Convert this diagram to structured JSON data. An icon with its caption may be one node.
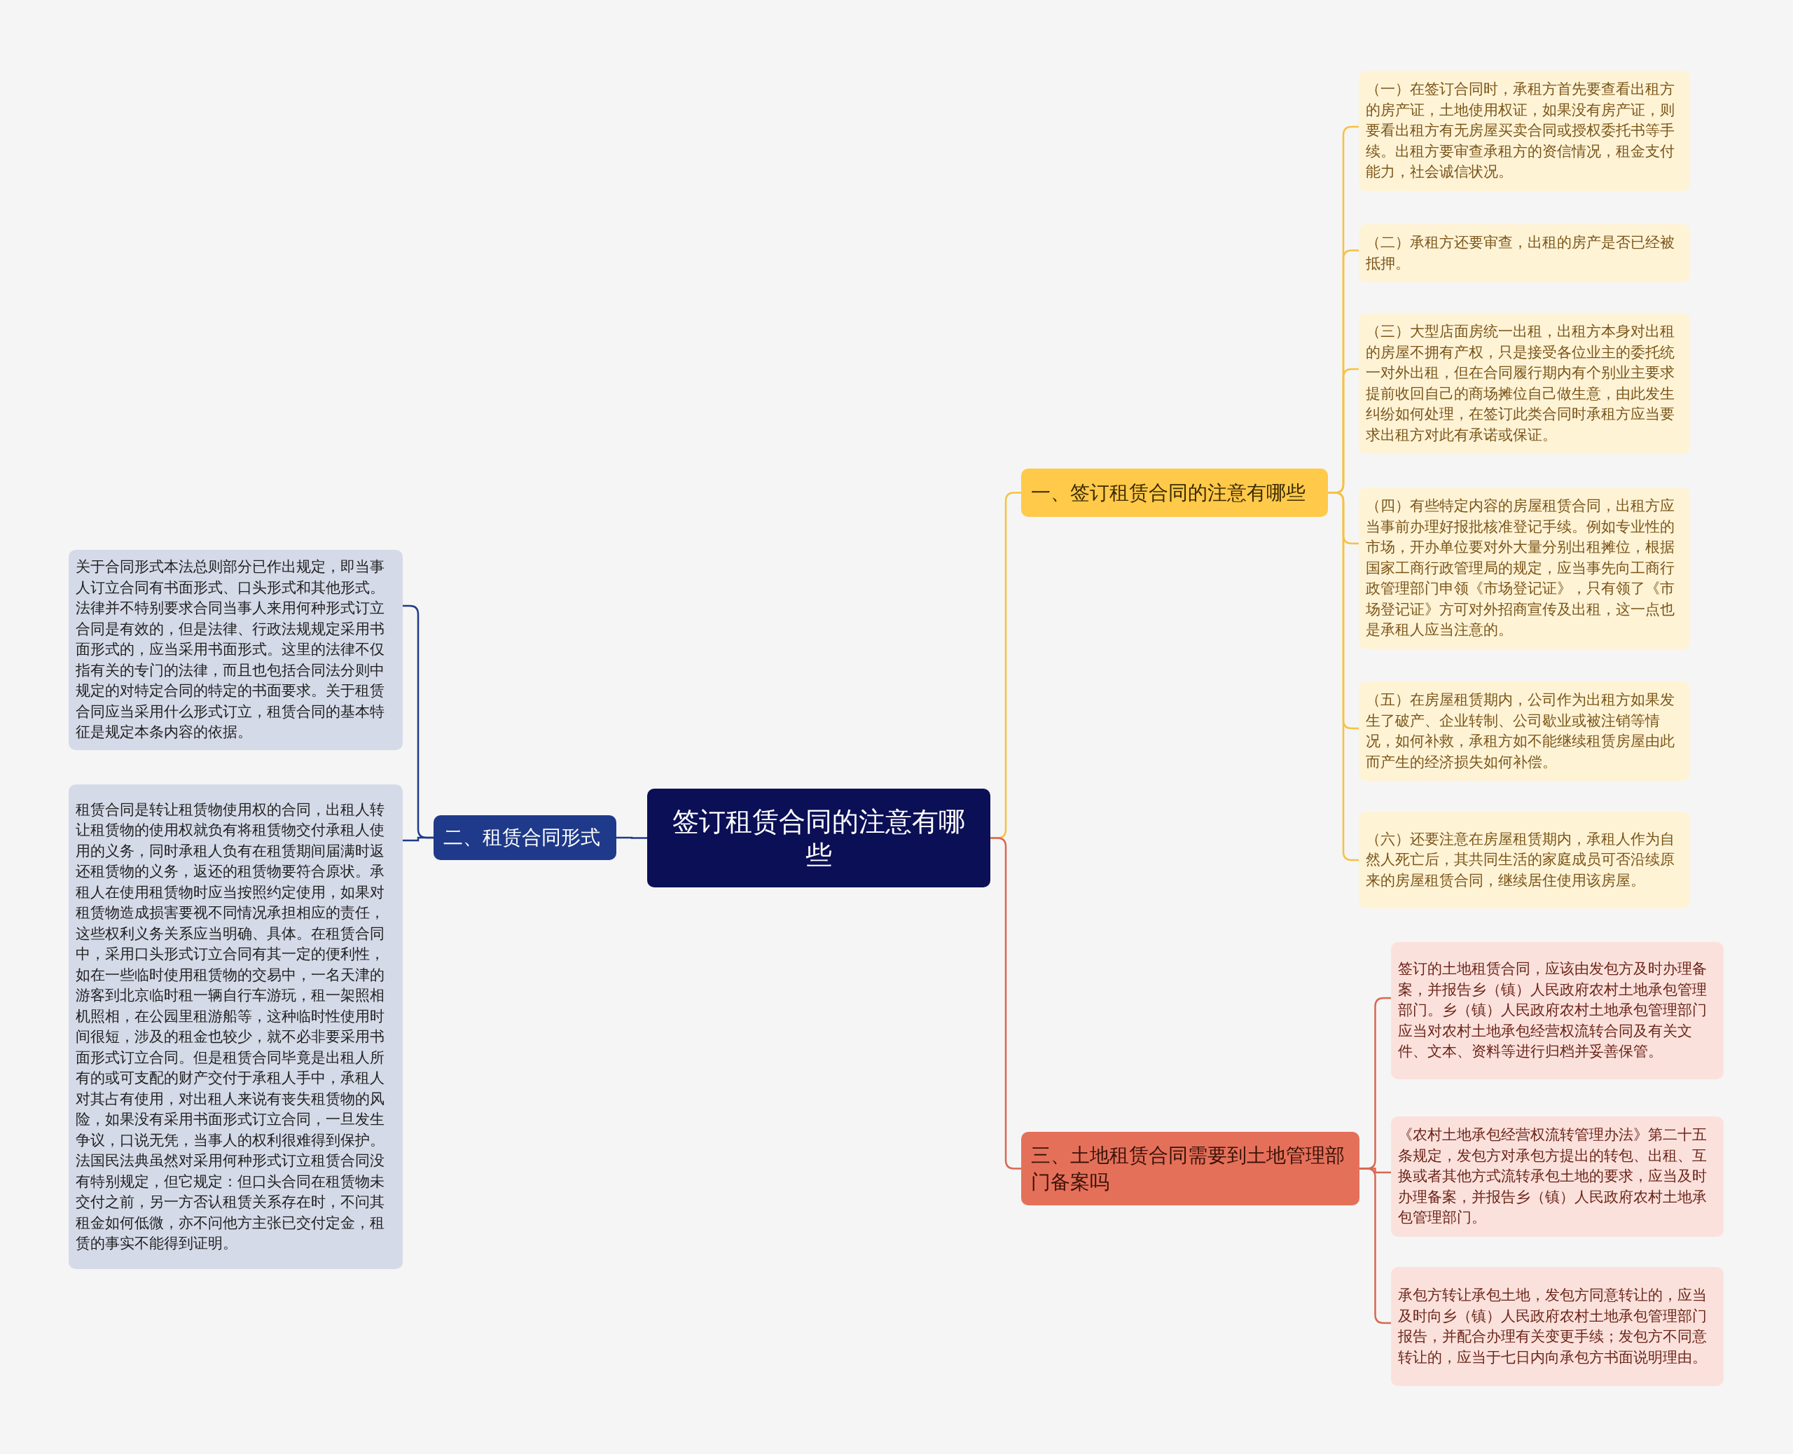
{
  "diagram": {
    "nodes": [
      {
        "text": [
          "签订租赁合同的注意有哪些"
        ]
      },
      {
        "text": [
          "一、签订租赁合同的注意有哪些"
        ]
      },
      {
        "text": [
          "（一）在签订合同时，承租方首先要查看出租方的房产证，土地使用权证，如果没有房产证，则要看出租方有无房屋买卖合同或授权委托书等手续。出租方要审查承租方的资信情况，租金支付能力，社会诚信状况。"
        ]
      },
      {
        "text": [
          "（二）承租方还要审查，出租的房产是否已经被抵押。"
        ]
      },
      {
        "text": [
          "（三）大型店面房统一出租，出租方本身对出租的房屋不拥有产权，只是接受各位业主的委托统一对外出租，但在合同履行期内有个别业主要求提前收回自己的商场摊位自己做生意，由此发生纠纷如何处理，在签订此类合同时承租方应当要求出租方对此有承诺或保证。"
        ]
      },
      {
        "text": [
          "（四）有些特定内容的房屋租赁合同，出租方应当事前办理好报批核准登记手续。例如专业性的市场，开办单位要对外大量分别出租摊位，根据国家工商行政管理局的规定，应当事先向工商行政管理部门申领《市场登记证》，只有领了《市场登记证》方可对外招商宣传及出租，这一点也是承租人应当注意的。"
        ]
      },
      {
        "text": [
          "（五）在房屋租赁期内，公司作为出租方如果发生了破产、企业转制、公司歇业或被注销等情况，如何补救，承租方如不能继续租赁房屋由此而产生的经济损失如何补偿。"
        ]
      },
      {
        "text": [
          "（六）还要注意在房屋租赁期内，承租人作为自然人死亡后，其共同生活的家庭成员可否沿续原来的房屋租赁合同，继续居住使用该房屋。"
        ]
      },
      {
        "text": [
          "二、租赁合同形式"
        ]
      },
      {
        "text": [
          "关于合同形式本法总则部分已作出规定，即当事人订立合同有书面形式、口头形式和其他形式。法律并不特别要求合同当事人来用何种形式订立合同是有效的，但是法律、行政法规规定采用书面形式的，应当采用书面形式。这里的法律不仅指有关的专门的法律，而且也包括合同法分则中规定的对特定合同的特定的书面要求。关于租赁合同应当采用什么形式订立，租赁合同的基本特征是规定本条内容的依据。"
        ]
      },
      {
        "text": [
          "租赁合同是转让租赁物使用权的合同，出租人转让租赁物的使用权就负有将租赁物交付承租人使用的义务，同时承租人负有在租赁期间届满时返还租赁物的义务，返还的租赁物要符合原状。承租人在使用租赁物时应当按照约定使用，如果对租赁物造成损害要视不同情况承担相应的责任，这些权利义务关系应当明确、具体。在租赁合同中，采用口头形式订立合同有其一定的便利性，如在一些临时使用租赁物的交易中，一名天津的游客到北京临时租一辆自行车游玩，租一架照相机照相，在公园里租游船等，这种临时性使用时间很短，涉及的租金也较少，就不必非要采用书面形式订立合同。但是租赁合同毕竟是出租人所有的或可支配的财产交付于承租人手中，承租人对其占有使用，对出租人来说有丧失租赁物的风险，如果没有采用书面形式订立合同，一旦发生争议，口说无凭，当事人的权利很难得到保护。法国民法典虽然对采用何种形式订立租赁合同没有特别规定，但它规定：但口头合同在租赁物未交付之前，另一方否认租赁关系存在时，不问其租金如何低微，亦不问他方主张已交付定金，租赁的事实不能得到证明。"
        ]
      },
      {
        "text": [
          "三、土地租赁合同需要到土地管理部门备案吗"
        ]
      },
      {
        "text": [
          "签订的土地租赁合同，应该由发包方及时办理备案，并报告乡（镇）人民政府农村土地承包管理部门。乡（镇）人民政府农村土地承包管理部门应当对农村土地承包经营权流转合同及有关文件、文本、资料等进行归档并妥善保管。"
        ]
      },
      {
        "text": [
          "《农村土地承包经营权流转管理办法》第二十五条规定，发包方对承包方提出的转包、出租、互换或者其他方式流转承包土地的要求，应当及时办理备案，并报告乡（镇）人民政府农村土地承包管理部门。"
        ]
      },
      {
        "text": [
          "承包方转让承包土地，发包方同意转让的，应当及时向乡（镇）人民政府农村土地承包管理部门报告，并配合办理有关变更手续；发包方不同意转让的，应当于七日内向承包方书面说明理由。"
        ]
      }
    ],
    "edges": [
      {
        "from": 0,
        "to": 1,
        "arrow": "none"
      },
      {
        "from": 1,
        "to": 2,
        "arrow": "none"
      },
      {
        "from": 1,
        "to": 3,
        "arrow": "none"
      },
      {
        "from": 1,
        "to": 4,
        "arrow": "none"
      },
      {
        "from": 1,
        "to": 5,
        "arrow": "none"
      },
      {
        "from": 1,
        "to": 6,
        "arrow": "none"
      },
      {
        "from": 1,
        "to": 7,
        "arrow": "none"
      },
      {
        "from": 0,
        "to": 8,
        "arrow": "none",
        "color": "#1f3a8a"
      },
      {
        "from": 8,
        "to": 9,
        "arrow": "none",
        "color": "#1f3a8a"
      },
      {
        "from": 8,
        "to": 10,
        "arrow": "none",
        "color": "#1f3a8a"
      },
      {
        "from": 0,
        "to": 11,
        "arrow": "none",
        "color": "#d9674f"
      },
      {
        "from": 11,
        "to": 12,
        "arrow": "none",
        "color": "#d9674f"
      },
      {
        "from": 11,
        "to": 13,
        "arrow": "none",
        "color": "#d9674f"
      },
      {
        "from": 11,
        "to": 14,
        "arrow": "none",
        "color": "#d9674f"
      }
    ]
  }
}
